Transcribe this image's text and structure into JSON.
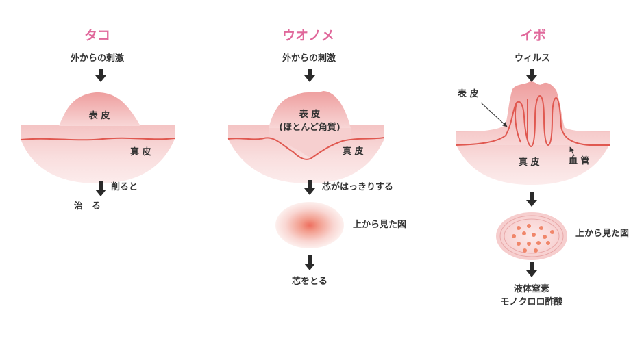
{
  "colors": {
    "title_pink": "#e0689b",
    "skin_light": "#fcecec",
    "skin_mid": "#f5c5c5",
    "skin_dark": "#ee9e9e",
    "line_red": "#e05850",
    "arrow_dark": "#2a2a2a",
    "dot": "#f0866a"
  },
  "panels": {
    "tako": {
      "title": "タコ",
      "stimulus": "外からの刺激",
      "epidermis": "表 皮",
      "dermis": "真 皮",
      "action": "削ると",
      "result": "治　る"
    },
    "uonome": {
      "title": "ウオノメ",
      "stimulus": "外からの刺激",
      "epidermis_line1": "表 皮",
      "epidermis_line2": "(ほとんど角質)",
      "dermis": "真 皮",
      "action": "芯がはっきりする",
      "top_view": "上から見た図",
      "result": "芯をとる"
    },
    "ibo": {
      "title": "イボ",
      "stimulus": "ウィルス",
      "epidermis": "表 皮",
      "dermis": "真 皮",
      "vessel": "血 管",
      "top_view": "上から見た図",
      "result_line1": "液体窒素",
      "result_line2": "モノクロロ酢酸"
    }
  }
}
